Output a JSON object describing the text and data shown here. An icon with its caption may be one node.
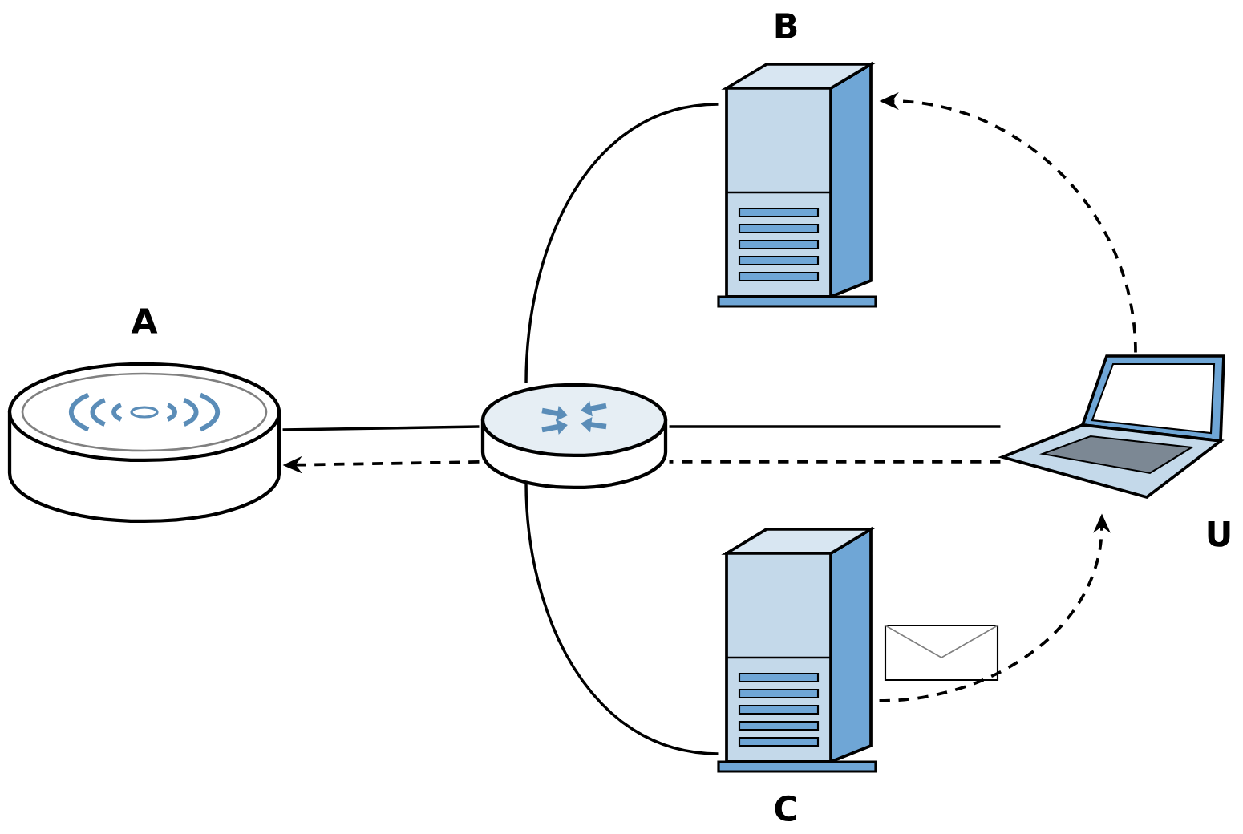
{
  "diagram": {
    "nodes": [
      {
        "text": [
          "A"
        ]
      },
      {
        "text": [],
        "shape": "picture"
      },
      {
        "text": [
          "B"
        ]
      },
      {
        "text": [
          "C"
        ]
      },
      {
        "text": [
          "U"
        ]
      }
    ],
    "edges": [
      {
        "from": 0,
        "to": 1,
        "arrow": "none"
      },
      {
        "from": 1,
        "to": 2,
        "arrow": "none"
      },
      {
        "from": 1,
        "to": 3,
        "arrow": "none"
      },
      {
        "from": 1,
        "to": 4,
        "arrow": "none"
      },
      {
        "from": 4,
        "to": 2,
        "arrow": "to",
        "style": "dashed"
      },
      {
        "from": 4,
        "to": 1,
        "arrow": "none",
        "style": "dashed"
      },
      {
        "from": 1,
        "to": 0,
        "arrow": "to",
        "style": "dashed"
      },
      {
        "from": 3,
        "to": 4,
        "arrow": "to",
        "style": "dashed"
      }
    ]
  }
}
